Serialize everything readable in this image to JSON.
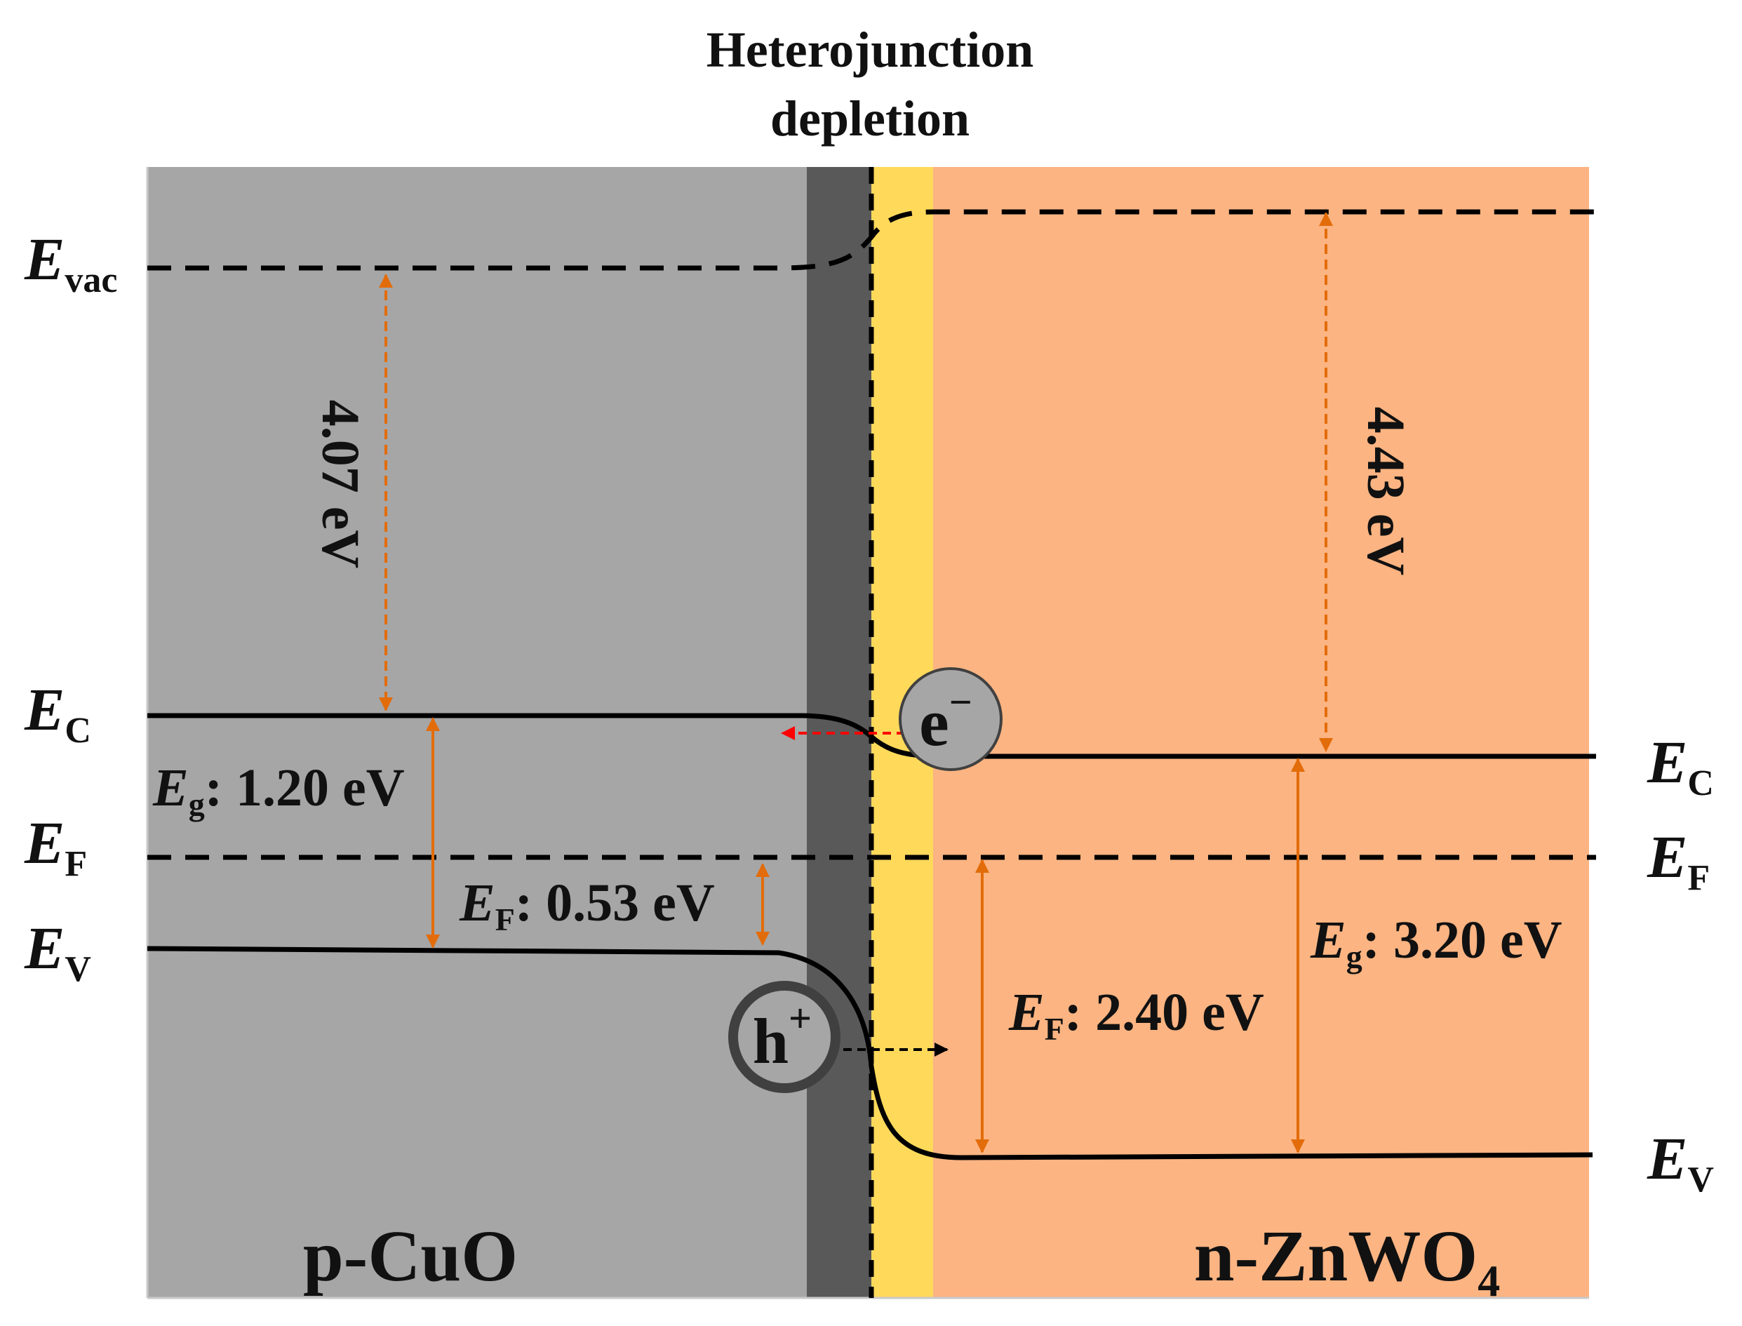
{
  "header": {
    "line1": "Heterojunction",
    "line2": "depletion"
  },
  "materials": {
    "left": "p-CuO",
    "right_base": "n-ZnWO",
    "right_sub": "4"
  },
  "levels": {
    "E": "E",
    "vac_sub": "vac",
    "c_sub": "C",
    "f_sub": "F",
    "v_sub": "V",
    "g_sub": "g"
  },
  "values": {
    "cuo_vac_gap": "4.07 eV",
    "zno_vac_gap": "4.43 eV",
    "cuo_eg": ": 1.20 eV",
    "cuo_ef": ": 0.53 eV",
    "zno_eg": ": 3.20 eV",
    "zno_ef": ": 2.40 eV"
  },
  "carriers": {
    "electron": "e",
    "electron_sup": "−",
    "hole": "h",
    "hole_sup": "+"
  },
  "colors": {
    "cuo_region": "#a6a6a6",
    "cuo_depletion": "#595959",
    "zno_depletion": "#ffd95a",
    "zno_region": "#fbb482",
    "arrow": "#e36c0a",
    "electron_flow": "#ff0000",
    "band_line": "#000000"
  }
}
